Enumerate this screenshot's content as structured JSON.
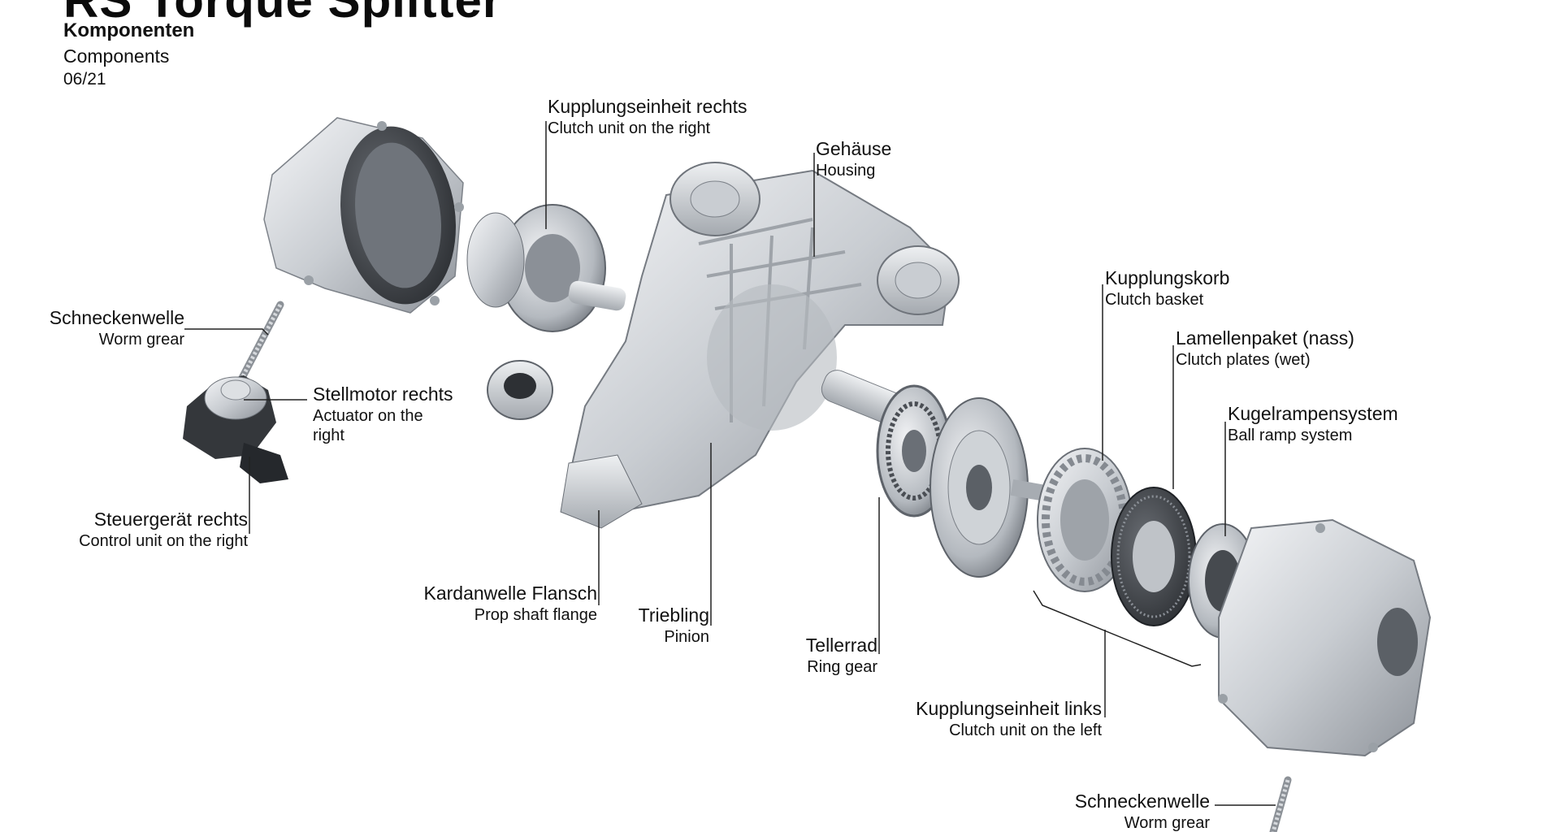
{
  "header": {
    "title": "RS Torque Splitter",
    "subtitle_de": "Komponenten",
    "subtitle_en": "Components",
    "date": "06/21"
  },
  "labels": {
    "clutch_unit_right": {
      "de": "Kupplungseinheit rechts",
      "en": "Clutch unit on the right"
    },
    "housing": {
      "de": "Gehäuse",
      "en": "Housing"
    },
    "worm_gear_left": {
      "de": "Schneckenwelle",
      "en": "Worm grear"
    },
    "actuator_right": {
      "de": "Stellmotor rechts",
      "en": "Actuator on the",
      "en2": "right"
    },
    "control_unit_right": {
      "de": "Steuergerät rechts",
      "en": "Control unit on the right"
    },
    "prop_shaft_flange": {
      "de": "Kardanwelle Flansch",
      "en": "Prop shaft flange"
    },
    "pinion": {
      "de": "Triebling",
      "en": "Pinion"
    },
    "ring_gear": {
      "de": "Tellerrad",
      "en": "Ring gear"
    },
    "clutch_basket": {
      "de": "Kupplungskorb",
      "en": "Clutch basket"
    },
    "clutch_plates": {
      "de": "Lamellenpaket (nass)",
      "en": "Clutch plates (wet)"
    },
    "ball_ramp": {
      "de": "Kugelrampensystem",
      "en": "Ball ramp system"
    },
    "clutch_unit_left": {
      "de": "Kupplungseinheit links",
      "en": "Clutch unit on the left"
    },
    "worm_gear_bottom": {
      "de": "Schneckenwelle",
      "en": "Worm grear"
    }
  },
  "colors": {
    "metal_light": "#e9ebee",
    "metal_mid": "#c3c7cc",
    "metal_dark": "#8a8f96",
    "shadow": "#5c6168",
    "black_part": "#2a2d31",
    "leader": "#222222"
  }
}
